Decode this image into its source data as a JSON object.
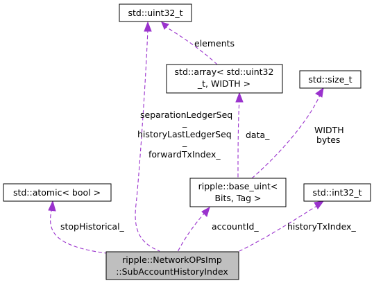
{
  "colors": {
    "edge": "#9a32cd",
    "focus_fill": "#bfbfbf",
    "node_fill": "#ffffff",
    "node_border": "#000000"
  },
  "nodes": {
    "uint32": {
      "lines": [
        "std::uint32_t"
      ]
    },
    "array": {
      "lines": [
        "std::array< std::uint32",
        "_t, WIDTH >"
      ]
    },
    "size_t": {
      "lines": [
        "std::size_t"
      ]
    },
    "atomic": {
      "lines": [
        "std::atomic< bool >"
      ]
    },
    "base_uint": {
      "lines": [
        "ripple::base_uint<",
        "Bits, Tag >"
      ]
    },
    "int32": {
      "lines": [
        "std::int32_t"
      ]
    },
    "focus": {
      "lines": [
        "ripple::NetworkOPsImp",
        "::SubAccountHistoryIndex"
      ]
    }
  },
  "edges": {
    "elements": {
      "labels": [
        "elements"
      ]
    },
    "uint32_to_focus": {
      "labels": [
        "separationLedgerSeq",
        "_",
        "historyLastLedgerSeq",
        "_",
        "forwardTxIndex_"
      ]
    },
    "data": {
      "labels": [
        "data_"
      ]
    },
    "width_bytes": {
      "labels": [
        "WIDTH",
        "bytes"
      ]
    },
    "stop_historical": {
      "labels": [
        "stopHistorical_"
      ]
    },
    "account_id": {
      "labels": [
        "accountId_"
      ]
    },
    "history_tx_index": {
      "labels": [
        "historyTxIndex_"
      ]
    }
  }
}
